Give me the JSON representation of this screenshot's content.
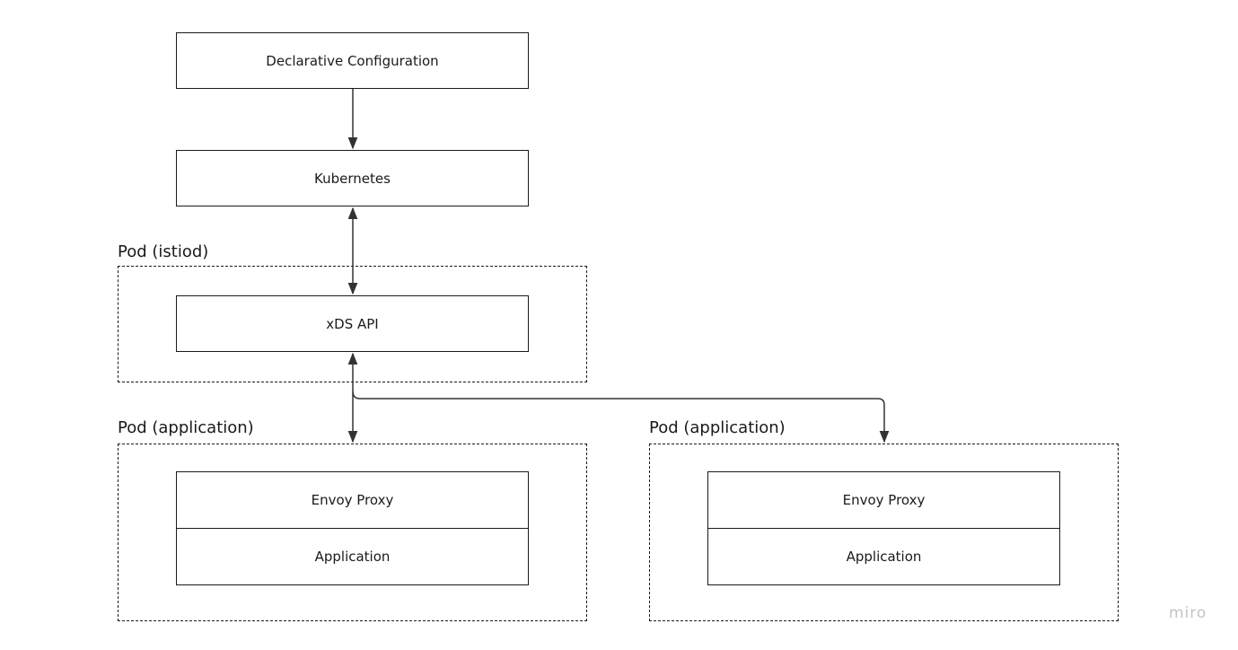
{
  "nodes": {
    "declarative_config": "Declarative Configuration",
    "kubernetes": "Kubernetes",
    "xds_api": "xDS API",
    "envoy_proxy_left": "Envoy Proxy",
    "application_left": "Application",
    "envoy_proxy_right": "Envoy Proxy",
    "application_right": "Application"
  },
  "groups": {
    "istiod_pod": "Pod (istiod)",
    "app_pod_left": "Pod (application)",
    "app_pod_right": "Pod (application)"
  },
  "edges": [
    {
      "from": "Declarative Configuration",
      "to": "Kubernetes",
      "direction": "one-way"
    },
    {
      "from": "Kubernetes",
      "to": "xDS API",
      "direction": "two-way"
    },
    {
      "from": "xDS API",
      "to": "Pod (application)",
      "direction": "two-way"
    },
    {
      "from": "xDS API",
      "to": "Pod (application)",
      "direction": "one-way"
    }
  ],
  "watermark": "miro"
}
